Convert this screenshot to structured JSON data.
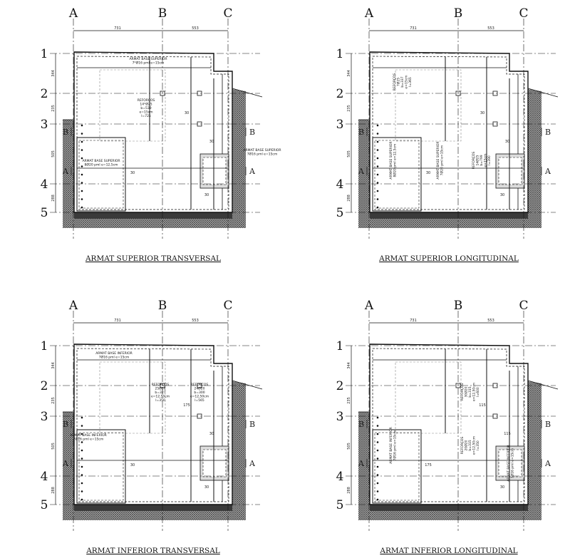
{
  "grid_columns": [
    "A",
    "B",
    "C"
  ],
  "grid_rows": [
    "1",
    "2",
    "3",
    "4",
    "5"
  ],
  "section_marks": [
    "B",
    "A"
  ],
  "column_dims": [
    "731",
    "553"
  ],
  "row_dims": [
    "344",
    "235",
    "505",
    "288"
  ],
  "colors": {
    "line": "#111111",
    "hatch": "#555555",
    "floor": "#3a3a3a"
  },
  "panels": [
    {
      "title": "ARMAT SUPERIOR TRANSVERSAL",
      "notes": [
        {
          "lines": [
            "ARMAT BASE SUPERIOR",
            "7*Ø16 pml e=15cm"
          ]
        },
        {
          "lines": [
            "REFORÇOS",
            "14*Ø25",
            "b=539",
            "e=15cm",
            "l=725"
          ]
        },
        {
          "lines": [
            "ARMAT BASE SUPERIOR",
            "8Ø20 pml e=12,5cm"
          ]
        },
        {
          "lines": [
            "ARMAT BASE SUPERIOR",
            "7Ø16 pml e=15cm"
          ]
        }
      ],
      "small_dims": [
        "30",
        "30",
        "30",
        "30"
      ]
    },
    {
      "title": "ARMAT SUPERIOR LONGITUDINAL",
      "notes": [
        {
          "lines": [
            "REFORÇOS",
            "7Ø25",
            "b=337",
            "e=15cm",
            "l=365"
          ]
        },
        {
          "lines": [
            "ARMAT BASE SUPERIOR",
            "8Ø20 pml e=12,5cm"
          ]
        },
        {
          "lines": [
            "ARMAT BASE SUPERIOR",
            "7Ø20 pml e=15cm"
          ]
        },
        {
          "lines": [
            "REFORÇOS",
            "14Ø25",
            "b=799",
            "e=15cm",
            "l=390"
          ]
        }
      ],
      "small_dims": [
        "30",
        "30",
        "30",
        "30"
      ]
    },
    {
      "title": "ARMAT INFERIOR TRANSVERSAL",
      "notes": [
        {
          "lines": [
            "ARMAT BASE INFERIOR",
            "7Ø16 pml e=15cm"
          ]
        },
        {
          "lines": [
            "REFORÇOS",
            "25Ø20",
            "b=327",
            "e=12,50cm",
            "l=350"
          ]
        },
        {
          "lines": [
            "REFORÇOS",
            "24Ø20",
            "b=300",
            "e=12,50cm",
            "l=565"
          ]
        },
        {
          "lines": [
            "ARMAT BASE INFERIOR",
            "7Ø16 pml e=15cm"
          ]
        }
      ],
      "small_dims": [
        "30",
        "30",
        "175",
        "30"
      ]
    },
    {
      "title": "ARMAT INFERIOR LONGITUDINAL",
      "notes": [
        {
          "lines": [
            "REFORÇOS",
            "30Ø20",
            "b=315",
            "e=12,50cm",
            "l=600"
          ]
        },
        {
          "lines": [
            "REFORÇOS",
            "20Ø20",
            "b=315",
            "e=12,50cm",
            "l=350"
          ]
        },
        {
          "lines": [
            "ARMAT BASE INFERIOR",
            "7Ø16 pml e=15cm"
          ]
        },
        {
          "lines": [
            "ARMAT BASE INFERIOR",
            "7Ø16 pml e=15cm"
          ]
        }
      ],
      "small_dims": [
        "175",
        "115",
        "115",
        "30"
      ]
    }
  ]
}
